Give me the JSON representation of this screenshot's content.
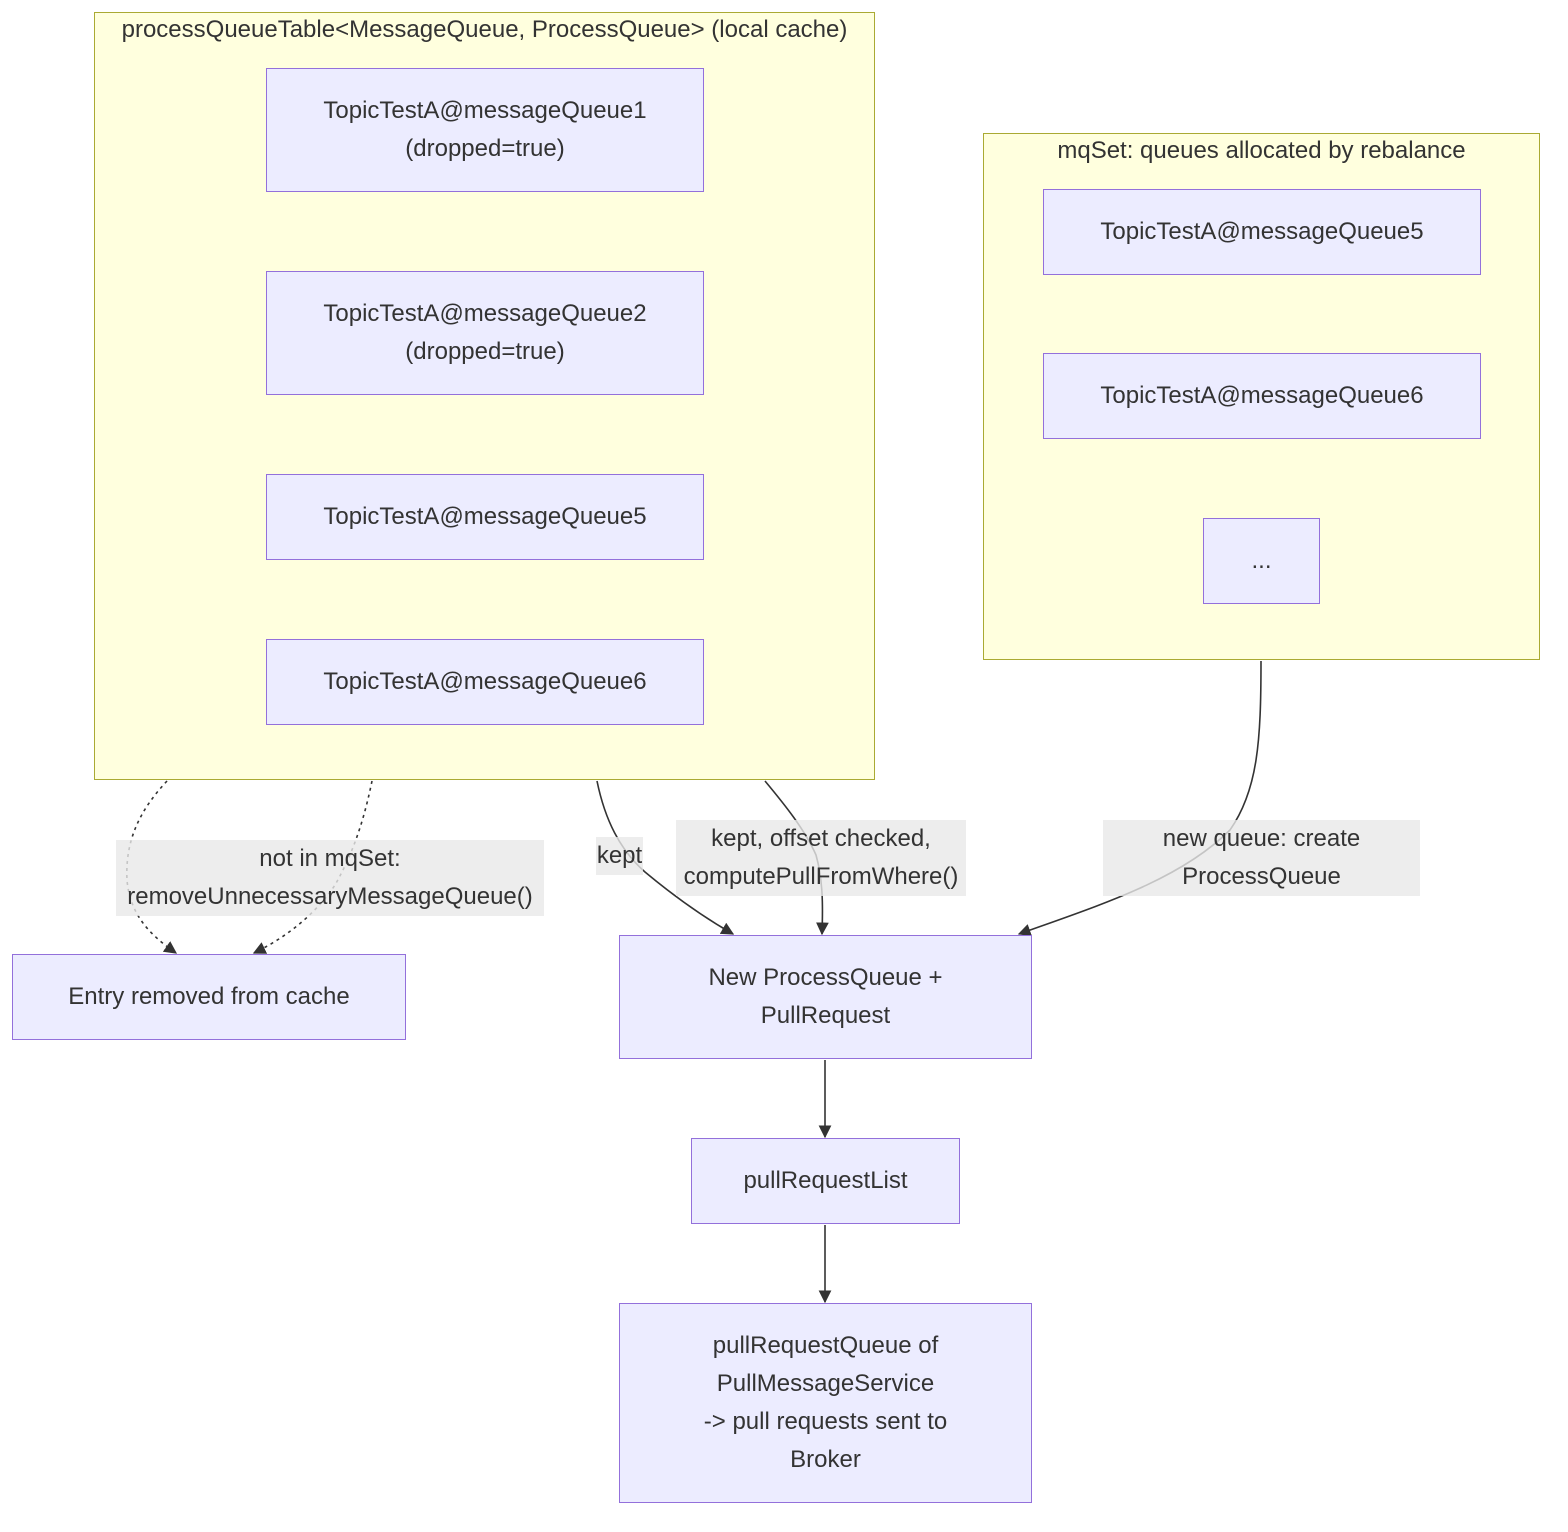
{
  "clusters": {
    "process_queue_table": {
      "title": "processQueueTable<MessageQueue, ProcessQueue> (local cache)",
      "entries": [
        "TopicTestA@messageQueue1\n(dropped=true)",
        "TopicTestA@messageQueue2\n(dropped=true)",
        "TopicTestA@messageQueue5",
        "TopicTestA@messageQueue6"
      ]
    },
    "mq_set": {
      "title": "mqSet: queues allocated by rebalance",
      "entries": [
        "TopicTestA@messageQueue5",
        "TopicTestA@messageQueue6",
        "..."
      ]
    }
  },
  "nodes": {
    "entry_removed": "Entry removed from cache",
    "new_process_queue": "New ProcessQueue +\nPullRequest",
    "pull_request_list": "pullRequestList",
    "pull_request_queue": "pullRequestQueue of\nPullMessageService\n-> pull requests sent to\nBroker"
  },
  "edge_labels": {
    "not_in_mqset": "not in mqSet:\nremoveUnnecessaryMessageQueue()",
    "kept": "kept",
    "kept_offset": "kept, offset checked,\ncomputePullFromWhere()",
    "new_queue": "new queue: create\nProcessQueue"
  },
  "colors": {
    "cluster_fill": "#ffffde",
    "cluster_border": "#aaaa33",
    "node_fill": "#ececff",
    "node_border": "#9370db",
    "edge": "#333333",
    "label_bg": "#e8e8e8"
  }
}
